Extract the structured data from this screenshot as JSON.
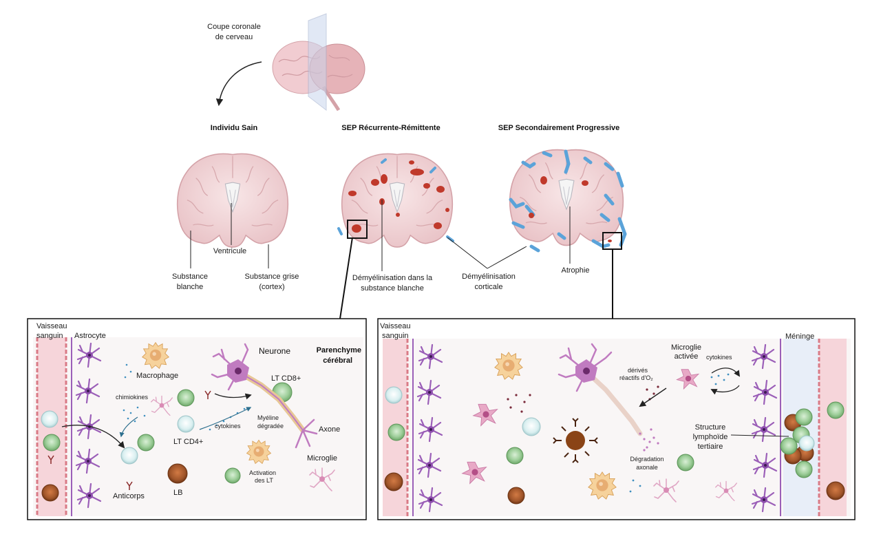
{
  "top": {
    "slice_label_line1": "Coupe coronale",
    "slice_label_line2": "de cerveau"
  },
  "brains": {
    "healthy": {
      "title": "Individu Sain",
      "ventricle": "Ventricule",
      "white_matter_line1": "Substance",
      "white_matter_line2": "blanche",
      "grey_matter_line1": "Substance grise",
      "grey_matter_line2": "(cortex)"
    },
    "rr": {
      "title": "SEP Récurrente-Rémittente",
      "white_demyel_line1": "Démyélinisation dans la",
      "white_demyel_line2": "substance blanche"
    },
    "sp": {
      "title": "SEP Secondairement Progressive",
      "atrophy": "Atrophie"
    },
    "cortical_line1": "Démyélinisation",
    "cortical_line2": "corticale"
  },
  "left_panel": {
    "vessel_line1": "Vaisseau",
    "vessel_line2": "sanguin",
    "astrocyte": "Astrocyte",
    "macrophage": "Macrophage",
    "neuron": "Neurone",
    "parenchyma_line1": "Parenchyme",
    "parenchyma_line2": "cérébral",
    "chemokines": "chimiokines",
    "cd8": "LT CD8+",
    "cd4": "LT CD4+",
    "cytokines": "cytokines",
    "myelin_line1": "Myéline",
    "myelin_line2": "dégradée",
    "axon": "Axone",
    "microglia": "Microglie",
    "antibodies": "Anticorps",
    "lb": "LB",
    "activation_line1": "Activation",
    "activation_line2": "des LT"
  },
  "right_panel": {
    "vessel_line1": "Vaisseau",
    "vessel_line2": "sanguin",
    "meninge": "Méninge",
    "activated_microglia_line1": "Microglie",
    "activated_microglia_line2": "activée",
    "cytokines": "cytokines",
    "ros_line1": "dérivés",
    "ros_line2": "réactifs d'O₂",
    "tls_line1": "Structure",
    "tls_line2": "lymphoïde",
    "tls_line3": "tertiaire",
    "axonal_deg_line1": "Dégradation",
    "axonal_deg_line2": "axonale"
  },
  "colors": {
    "vessel": "#f6d5da",
    "vessel_wall": "#d97a86",
    "astrocyte": "#9b5fb8",
    "neuron": "#c07bc0",
    "lesion_red": "#c0392b",
    "lesion_blue": "#5ba3d9",
    "brain_pink": "#f3d9db",
    "t_cell_green": "#8cc08a",
    "b_cell_brown": "#a0552a",
    "macrophage": "#f2c98a"
  }
}
